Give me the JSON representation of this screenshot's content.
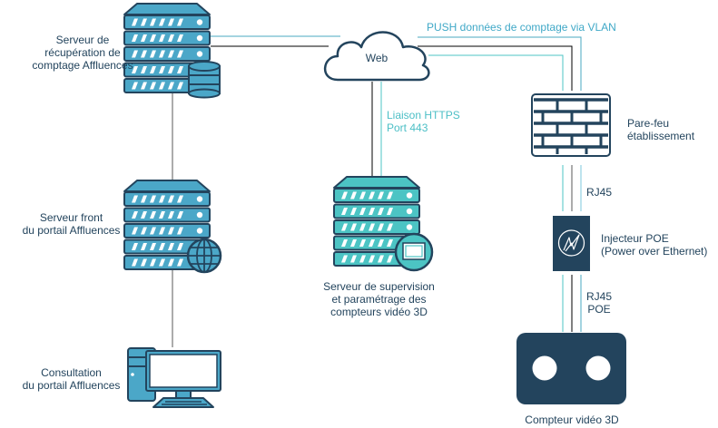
{
  "diagram": {
    "colors": {
      "dark": "#23445d",
      "blue": "#4ba7c8",
      "teal": "#4cc4c4",
      "vlan_line": "#4aa8c0",
      "https_line": "#4cc4c4",
      "black_line": "#000000",
      "white": "#ffffff"
    },
    "nodes": [
      {
        "id": "server-recuperation",
        "icon": "server-database-icon",
        "label_lines": [
          "Serveur de",
          "récupération de",
          "comptage Affluences"
        ]
      },
      {
        "id": "server-front",
        "icon": "server-globe-icon",
        "label_lines": [
          "Serveur front",
          "du portail Affluences"
        ]
      },
      {
        "id": "workstation",
        "icon": "desktop-computer-icon",
        "label_lines": [
          "Consultation",
          "du portail Affluences"
        ]
      },
      {
        "id": "web",
        "icon": "cloud-icon",
        "label_lines": [
          "Web"
        ]
      },
      {
        "id": "server-supervision",
        "icon": "server-monitor-icon",
        "label_lines": [
          "Serveur de supervision",
          "et paramétrage des",
          "compteurs vidéo 3D"
        ]
      },
      {
        "id": "firewall",
        "icon": "firewall-brick-icon",
        "label_lines": [
          "Pare-feu",
          "établissement"
        ]
      },
      {
        "id": "poe-injector",
        "icon": "power-injector-icon",
        "label_lines": [
          "Injecteur POE",
          "(Power over Ethernet)"
        ]
      },
      {
        "id": "counter-3d",
        "icon": "stereo-camera-icon",
        "label_lines": [
          "Compteur vidéo 3D"
        ]
      }
    ],
    "edges": [
      {
        "from": "server-recuperation",
        "to": "server-front",
        "label_lines": []
      },
      {
        "from": "server-front",
        "to": "workstation",
        "label_lines": []
      },
      {
        "from": "web",
        "to": "server-supervision",
        "label_lines": [
          "Liaison HTTPS",
          "Port 443"
        ]
      },
      {
        "from": "server-recuperation",
        "to": "firewall",
        "label_lines": [
          "PUSH données de comptage via VLAN"
        ]
      },
      {
        "from": "firewall",
        "to": "poe-injector",
        "label_lines": [
          "RJ45"
        ]
      },
      {
        "from": "poe-injector",
        "to": "counter-3d",
        "label_lines": [
          "RJ45",
          "POE"
        ]
      }
    ]
  }
}
